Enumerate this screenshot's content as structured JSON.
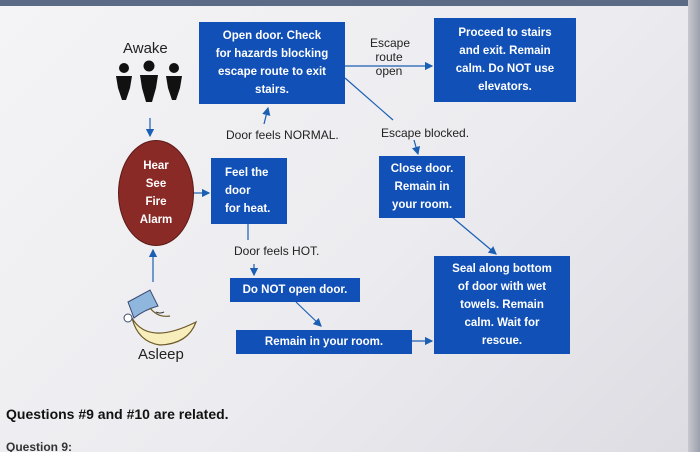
{
  "awake_label": "Awake",
  "asleep_label": "Asleep",
  "fire_alarm": "Hear\nSee\nFire\nAlarm",
  "boxes": {
    "open_door": "Open door. Check\nfor hazards blocking\nescape route to exit\nstairs.",
    "proceed": "Proceed to stairs\nand exit. Remain\ncalm. Do NOT use\nelevators.",
    "feel_door": "Feel the\ndoor\nfor heat.",
    "close_door": "Close door.\nRemain in\nyour room.",
    "do_not_open": "Do NOT open door.",
    "remain": "Remain in your room.",
    "seal": "Seal along bottom\nof door with wet\ntowels. Remain\ncalm. Wait for\nrescue."
  },
  "labels": {
    "escape_route_open": "Escape\nroute\nopen",
    "door_normal": "Door feels NORMAL.",
    "escape_blocked": "Escape blocked.",
    "door_hot": "Door feels HOT."
  },
  "question_text": "Questions #9 and #10 are related.",
  "question_next": "Question 9:",
  "colors": {
    "box": "#1150b7",
    "alarm": "#8a2a26",
    "arrow": "#1a5fb4"
  },
  "icons": {
    "people": "people-group-icon",
    "sleeper": "sleeping-moon-icon"
  }
}
